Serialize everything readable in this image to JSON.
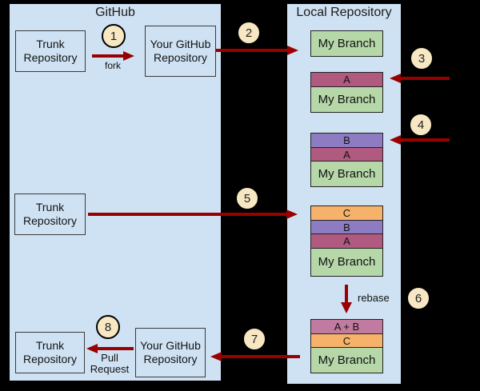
{
  "diagram": {
    "github": {
      "title": "GitHub",
      "trunk_top": "Trunk Repository",
      "your_repo_top": "Your GitHub Repository",
      "trunk_mid": "Trunk Repository",
      "trunk_bottom": "Trunk Repository",
      "your_repo_bottom": "Your GitHub Repository"
    },
    "local": {
      "title": "Local Repository",
      "stack1": {
        "branch": "My Branch"
      },
      "stack2": {
        "a": "A",
        "branch": "My Branch"
      },
      "stack3": {
        "b": "B",
        "a": "A",
        "branch": "My Branch"
      },
      "stack4": {
        "c": "C",
        "b": "B",
        "a": "A",
        "branch": "My Branch"
      },
      "stack5": {
        "ab": "A + B",
        "c": "C",
        "branch": "My Branch"
      }
    },
    "steps": {
      "s1": "1",
      "s2": "2",
      "s3": "3",
      "s4": "4",
      "s5": "5",
      "s6": "6",
      "s7": "7",
      "s8": "8"
    },
    "arrow_labels": {
      "fork": "fork",
      "rebase": "rebase",
      "pull_request": "Pull Request"
    },
    "colors": {
      "background": "#000000",
      "panel_fill": "#CFE2F3",
      "arrow_red": "#990000",
      "step_badge_fill": "#F7E8C3",
      "branch_green": "#B6D7A8",
      "commit_a_magenta": "#B05A80",
      "commit_b_purple": "#8E7CC3",
      "commit_c_orange": "#F6B26B",
      "merged_ab_pink": "#C27BA0"
    }
  }
}
